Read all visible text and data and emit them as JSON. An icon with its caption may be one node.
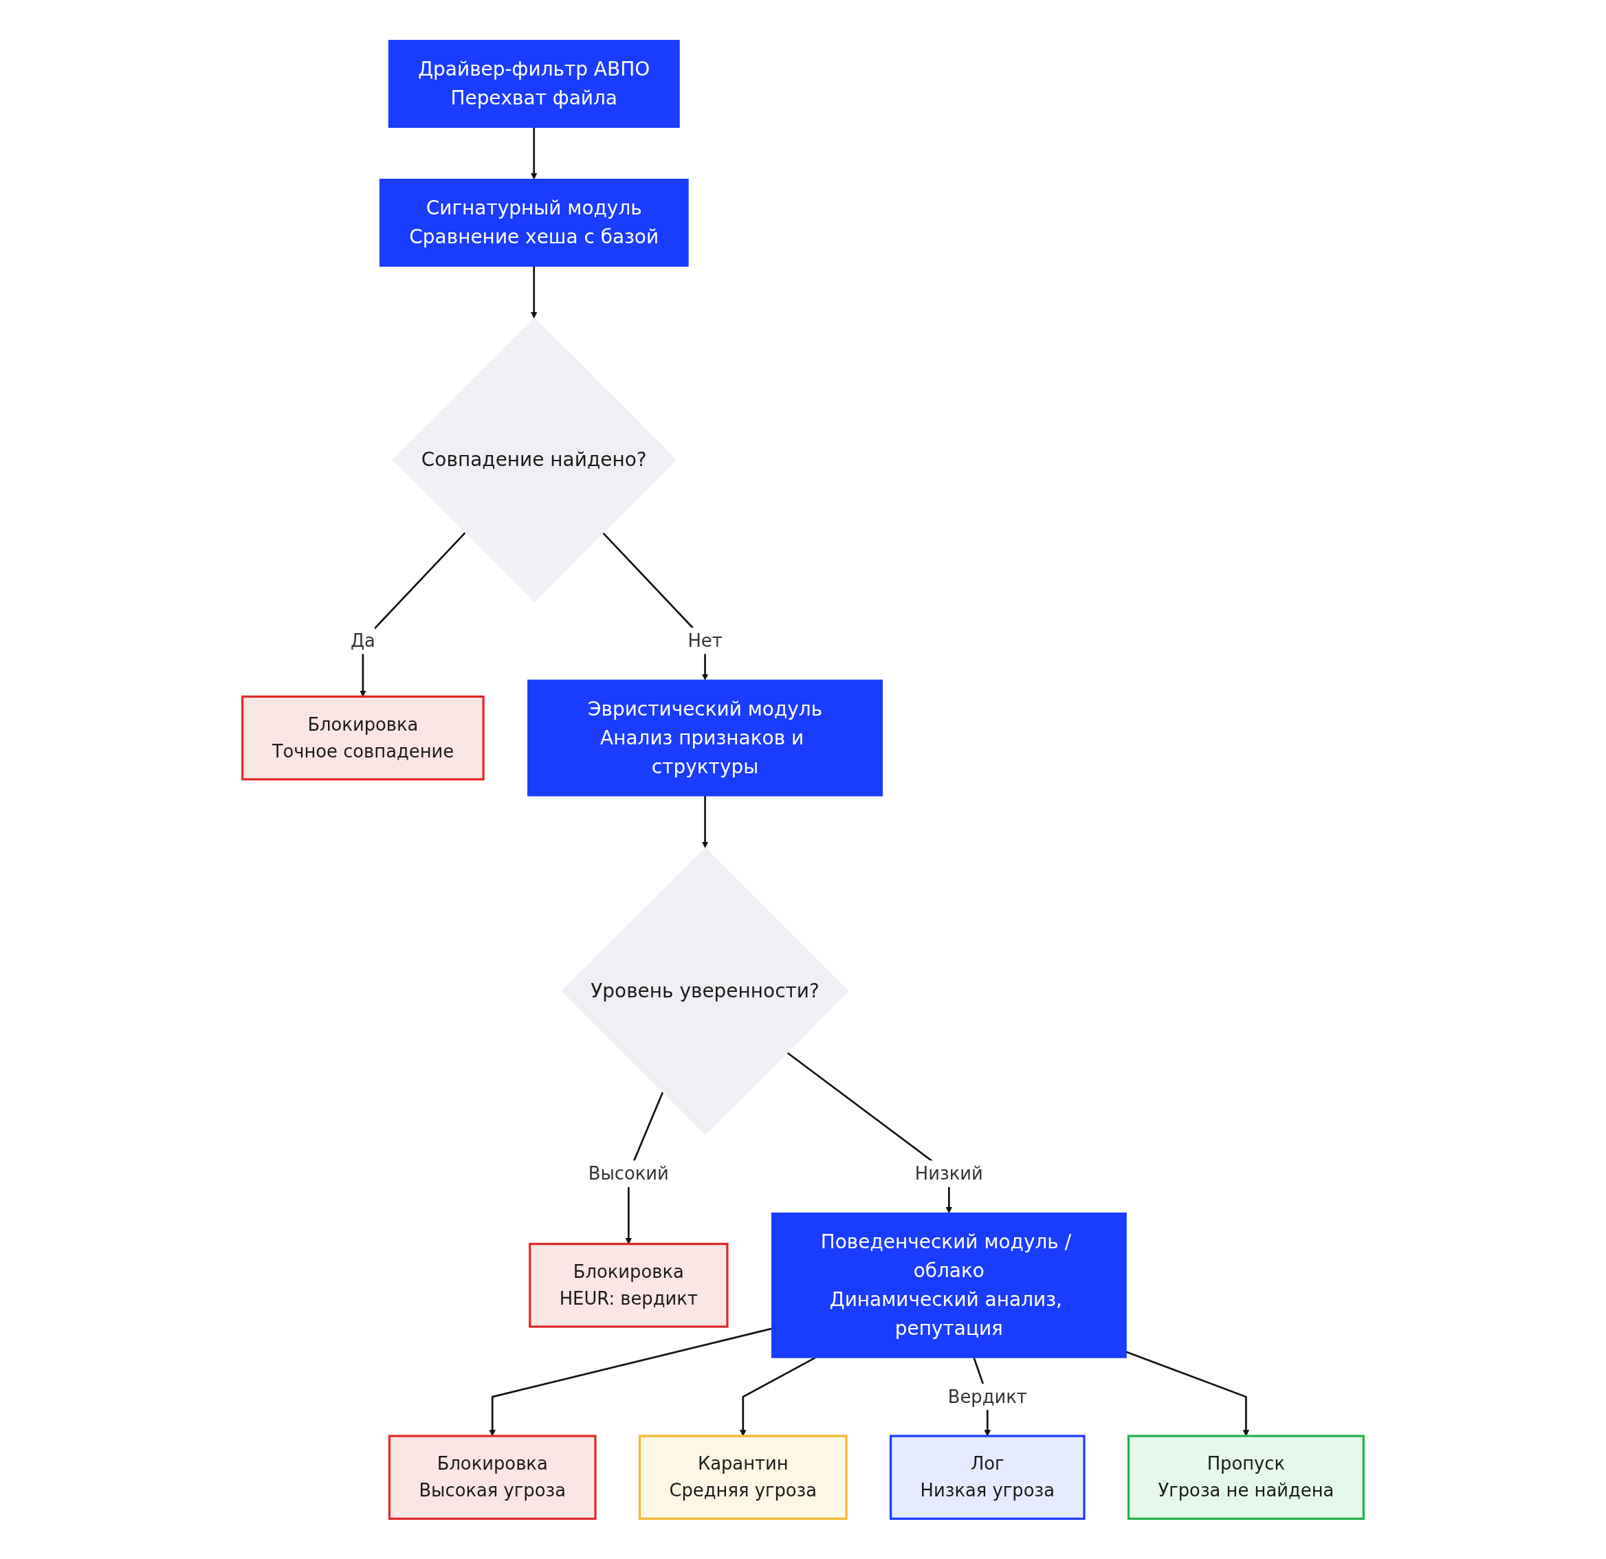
{
  "diagram": {
    "nodes": [
      {
        "text": [
          "Драйвер-фильтр АВПО",
          "Перехват файла"
        ]
      },
      {
        "text": [
          "Сигнатурный модуль",
          "Сравнение хеша с базой"
        ]
      },
      {
        "text": [
          "Совпадение найдено?"
        ]
      },
      {
        "text": [
          "Блокировка",
          "Точное совпадение"
        ]
      },
      {
        "text": [
          "Эвристический модуль",
          "Анализ признаков и структуры"
        ]
      },
      {
        "text": [
          "Уровень уверенности?"
        ]
      },
      {
        "text": [
          "Блокировка",
          "HEUR: вердикт"
        ]
      },
      {
        "text": [
          "Поведенческий модуль / облако",
          "Динамический анализ, репутация"
        ]
      },
      {
        "text": [
          "Блокировка",
          "Высокая угроза"
        ]
      },
      {
        "text": [
          "Карантин",
          "Средняя угроза"
        ]
      },
      {
        "text": [
          "Лог",
          "Низкая угроза"
        ]
      },
      {
        "text": [
          "Пропуск",
          "Угроза не найдена"
        ]
      }
    ],
    "edges": [
      {
        "from": 0,
        "to": 1,
        "arrow": "to"
      },
      {
        "from": 1,
        "to": 2,
        "arrow": "to"
      },
      {
        "from": 2,
        "to": 3,
        "arrow": "to",
        "label": "Да"
      },
      {
        "from": 2,
        "to": 4,
        "arrow": "to",
        "label": "Нет"
      },
      {
        "from": 4,
        "to": 5,
        "arrow": "to"
      },
      {
        "from": 5,
        "to": 6,
        "arrow": "to",
        "label": "Высокий"
      },
      {
        "from": 5,
        "to": 7,
        "arrow": "to",
        "label": "Низкий"
      },
      {
        "from": 7,
        "to": 8,
        "arrow": "to"
      },
      {
        "from": 7,
        "to": 9,
        "arrow": "to"
      },
      {
        "from": 7,
        "to": 10,
        "arrow": "to",
        "label": "Вердикт"
      },
      {
        "from": 7,
        "to": 11,
        "arrow": "to"
      }
    ]
  }
}
